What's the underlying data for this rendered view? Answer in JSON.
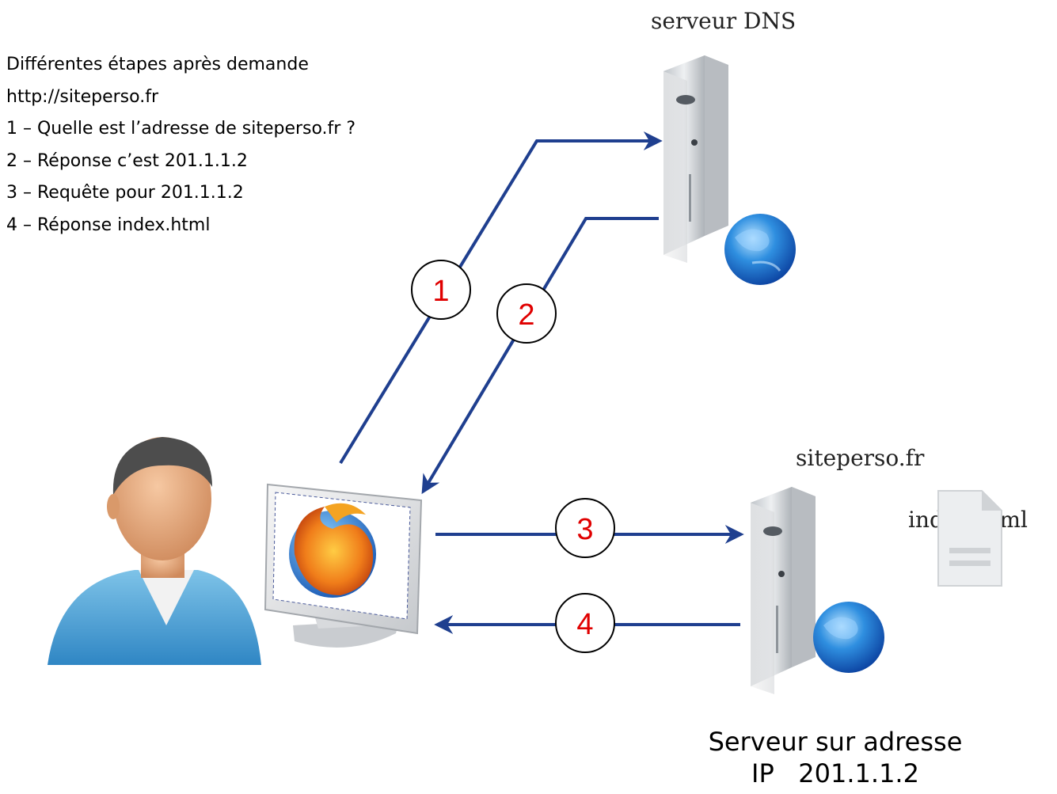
{
  "steps": {
    "title": "Différentes étapes après demande",
    "url": "http://siteperso.fr",
    "items": [
      "1 – Quelle est l’adresse de siteperso.fr ?",
      "2 – Réponse c’est 201.1.1.2",
      "3 – Requête pour 201.1.1.2",
      "4 – Réponse index.html"
    ]
  },
  "dns_server": {
    "label": "serveur DNS",
    "icon": "server-globe-icon"
  },
  "web_server": {
    "label": "siteperso.fr",
    "file_label": "index.html",
    "caption_line1": "Serveur sur adresse",
    "caption_line2": "IP   201.1.1.2",
    "icon": "server-globe-icon"
  },
  "client": {
    "user_icon": "user-avatar-icon",
    "monitor_icon": "monitor-browser-icon"
  },
  "arrow_badges": [
    "1",
    "2",
    "3",
    "4"
  ],
  "colors": {
    "arrow": "#1f3f8f",
    "badge_text": "#e00000"
  }
}
